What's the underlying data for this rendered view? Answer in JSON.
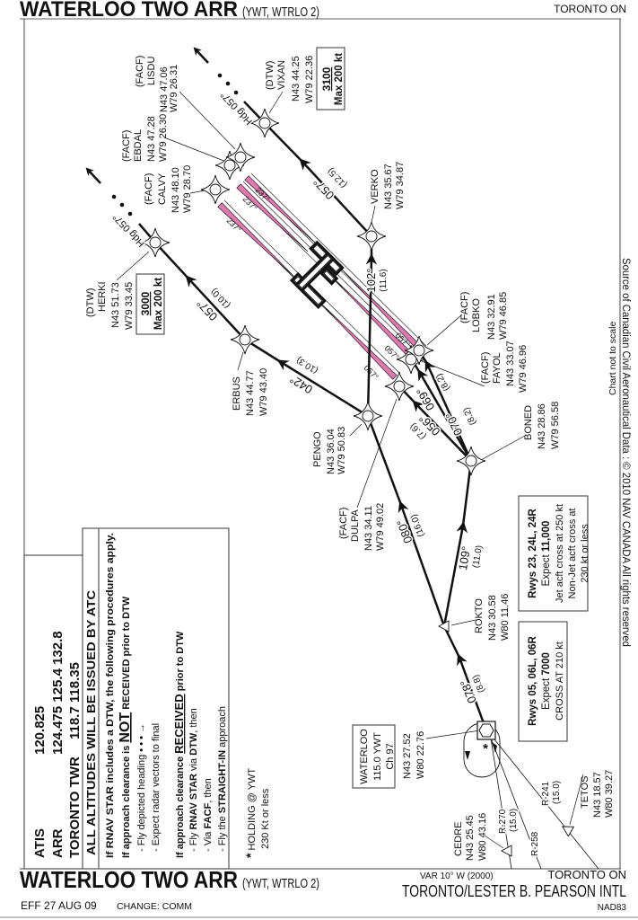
{
  "header": {
    "title": "WATERLOO TWO ARR",
    "subtitle": "(YWT, WTRLO 2)",
    "location": "TORONTO  ON"
  },
  "comms": [
    {
      "label": "ATIS",
      "freqs": "120.825"
    },
    {
      "label": "ARR",
      "freqs": "124.475  125.4  132.8"
    },
    {
      "label": "TORONTO TWR",
      "freqs": "118.7  118.35"
    }
  ],
  "procedures": {
    "altitude_note": "ALL ALTITUDES WILL BE ISSUED BY ATC",
    "line1": "If RNAV STAR includes a DTW, the following procedures apply.",
    "not_received": {
      "a": "If approach clearance is ",
      "b": "NOT",
      "c": " RECEIVED",
      "d": " prior to DTW"
    },
    "nr_items": [
      "- Fly depicted heading ",
      "- Expect radar vectors to final"
    ],
    "heading_symbol": "• • • →",
    "received": {
      "a": "If approach clearance ",
      "b": "RECEIVED",
      "c": " prior to DTW"
    },
    "r_item1": [
      "- Fly ",
      "RNAV STAR",
      " via ",
      "DTW",
      ", then"
    ],
    "r_item2": [
      "- Via ",
      "FACF",
      ", then"
    ],
    "r_item3": [
      "- Fly the ",
      "STRAIGHT-IN",
      " approach"
    ]
  },
  "holding": {
    "star": "*",
    "title": " HOLDING @ YWT",
    "speed": "230 Kt or less"
  },
  "fixes": {
    "herki": {
      "type": "(DTW)",
      "name": "HERKI",
      "lat": "N43 51.73",
      "lon": "W79 33.45"
    },
    "vixan": {
      "type": "(DTW)",
      "name": "VIXAN",
      "lat": "N43 44.25",
      "lon": "W79 22.36"
    },
    "calvy": {
      "type": "(FACF)",
      "name": "CALVY",
      "lat": "N43 48.10",
      "lon": "W79 28.70"
    },
    "ebdal": {
      "type": "(FACF)",
      "name": "EBDAL",
      "lat": "N43 47.28",
      "lon": "W79 26.30"
    },
    "lisdu": {
      "type": "(FACF)",
      "name": "LISDU",
      "lat": "N43 47.06",
      "lon": "W79 26.31"
    },
    "verko": {
      "name": "VERKO",
      "lat": "N43 35.67",
      "lon": "W79 34.87"
    },
    "erbus": {
      "name": "ERBUS",
      "lat": "N43 44.77",
      "lon": "W79 43.40"
    },
    "pengo": {
      "name": "PENGO",
      "lat": "N43 36.04",
      "lon": "W79 50.83"
    },
    "dulpa": {
      "type": "(FACF)",
      "name": "DULPA",
      "lat": "N43 34.11",
      "lon": "W79 49.02"
    },
    "lobko": {
      "type": "(FACF)",
      "name": "LOBKO",
      "lat": "N43 32.91",
      "lon": "W79 46.85"
    },
    "fayol": {
      "type": "(FACF)",
      "name": "FAYOL",
      "lat": "N43 33.07",
      "lon": "W79 46.96"
    },
    "boned": {
      "name": "BONED",
      "lat": "N43 28.86",
      "lon": "W79 56.58"
    },
    "rokto": {
      "name": "ROKTO",
      "lat": "N43 30.58",
      "lon": "W80 11.46"
    },
    "cedre": {
      "name": "CEDRE",
      "lat": "N43 25.45",
      "lon": "W80 43.16"
    },
    "tetos": {
      "name": "TETOS",
      "lat": "N43 18.57",
      "lon": "W80 39.27"
    }
  },
  "navaid": {
    "name": "WATERLOO",
    "freq_id": "115.0  YWT",
    "channel": "Ch 97",
    "lat": "N43 27.52",
    "lon": "W80 22.76"
  },
  "restrictions": {
    "herki": {
      "alt": "3000",
      "speed": "Max 200 kt"
    },
    "vixan": {
      "alt": "3100",
      "speed": "Max 200 kt"
    }
  },
  "legs": {
    "ywt_rokto": {
      "course": "078°",
      "dist": "(8.8)"
    },
    "rokto_pengo": {
      "course": "080°",
      "dist": "(16.0)"
    },
    "rokto_boned": {
      "course": "109°",
      "dist": "(11.0)"
    },
    "boned_dulpa": {
      "course": "056°",
      "dist": "(7.6)"
    },
    "boned_fayol": {
      "course": "069°",
      "dist": "(8.2)"
    },
    "boned_lobko": {
      "course": "070°",
      "dist": "(8.2)"
    },
    "pengo_erbus": {
      "course": "042°",
      "dist": "(10.3)"
    },
    "pengo_verko": {
      "course": "102°",
      "dist": "(11.6)"
    },
    "erbus_herki": {
      "course": "057°",
      "dist": "(10.0)"
    },
    "verko_vixan": {
      "course": "057°",
      "dist": "(12.5)"
    },
    "herki_hdg": {
      "course": "Hdg 057°"
    },
    "vixan_hdg": {
      "course": "Hdg 057°"
    }
  },
  "final_courses": {
    "inbound": "057°",
    "outbound": "237°"
  },
  "radials": {
    "r270": "R-270",
    "r270_dist": "(15.0)",
    "r258": "R-258",
    "r241": "R-241",
    "r241_dist": "(15.0)"
  },
  "runway_boxes": {
    "west": {
      "title": "Rwys 23, 24L, 24R",
      "expect": "Expect ",
      "alt": "11,000",
      "line3": "Jet acft cross at 250 kt",
      "line4": "Non-Jet acft cross at",
      "line5": "230 kt or less"
    },
    "east": {
      "title": "Rwys 05, 06L, 06R",
      "expect": "Expect ",
      "alt": "7000",
      "line3": "CROSS AT 210 kt"
    }
  },
  "notes": {
    "scale": "Chart not to scale",
    "source": "Source of Canadian Civil Aeronautical Data : © 2010 NAV CANADA All rights reserved"
  },
  "footer": {
    "title": "WATERLOO TWO ARR",
    "subtitle": "(YWT, WTRLO 2)",
    "effective": "EFF 27 AUG 09",
    "change": "CHANGE: COMM",
    "variation": "VAR 10° W  (2000)",
    "location": "TORONTO  ON",
    "airport": "TORONTO/LESTER B. PEARSON INTL",
    "datum": "NAD83"
  },
  "colors": {
    "approach_fill": "#e07aae",
    "ink": "#111111",
    "frame": "#555555"
  }
}
